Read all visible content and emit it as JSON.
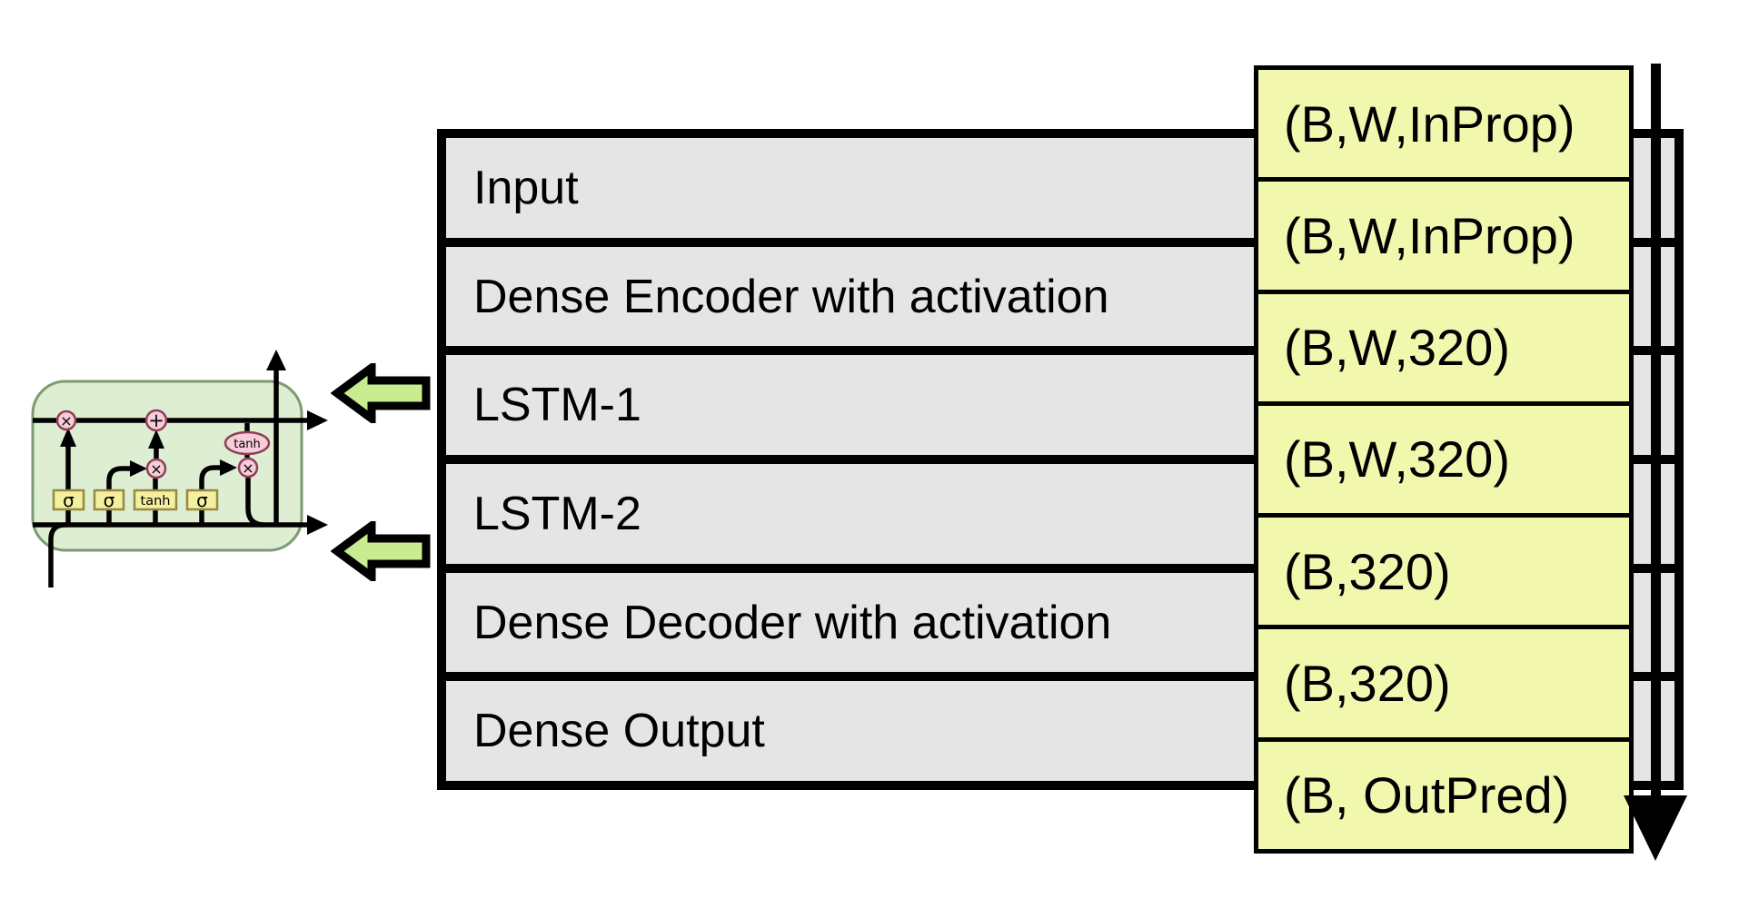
{
  "layer_stack": {
    "layers": [
      "Input",
      "Dense Encoder with activation",
      "LSTM-1",
      "LSTM-2",
      "Dense Decoder with activation",
      "Dense Output"
    ]
  },
  "tensor_shapes": [
    "(B,W,InProp)",
    "(B,W,InProp)",
    "(B,W,320)",
    "(B,W,320)",
    "(B,320)",
    "(B,320)",
    "(B, OutPred)"
  ],
  "lstm_cell": {
    "gate_labels": [
      "σ",
      "σ",
      "tanh",
      "σ"
    ],
    "op_labels": {
      "multiply": "×",
      "add": "+",
      "tanh": "tanh"
    }
  },
  "colors": {
    "row_fill": "#e5e5e5",
    "shape_fill": "#f2f7ae",
    "arrow_fill": "#c9ec90",
    "cell_fill": "#ddeed3",
    "cell_border": "#7d9b72",
    "gate_fill": "#f5f0a0",
    "gate_border": "#958a41",
    "op_fill": "#f7cdd9",
    "op_border": "#8f3f57"
  }
}
